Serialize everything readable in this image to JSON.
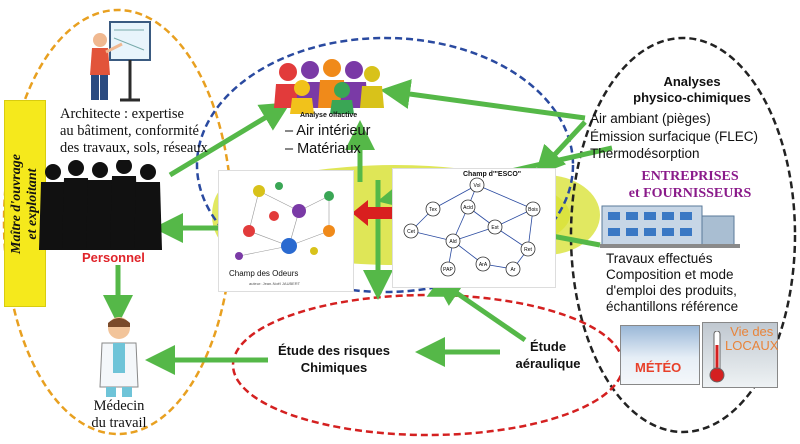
{
  "side_label": {
    "line1": "Maître d'ouvrage",
    "line2": "et exploitant"
  },
  "architect_text": [
    "Architecte : expertise",
    "au bâtiment, conformité",
    "des travaux, sols, réseaux"
  ],
  "personnel_label": "Personnel",
  "medecin_label": [
    "Médecin",
    "du travail"
  ],
  "analyse_olfactive_label": "Analyse olfactive",
  "olfactive_items": [
    "– Air intérieur",
    "– Matériaux"
  ],
  "champ_odeurs_label": "Champ des Odeurs",
  "champ_odeurs_credit": "auteur: Jean-Noël JAUBERT",
  "champ_esco_label": "Champ d'\"ESCO\"",
  "esco_nodes": [
    "Vol",
    "Bois",
    "Cet",
    "Ald",
    "Est",
    "Ret",
    "Acid",
    "Tex",
    "ArA",
    "Ar",
    "PAP"
  ],
  "analyses_title": [
    "Analyses",
    "physico-chimiques"
  ],
  "analyses_items": [
    "Air ambiant (pièges)",
    "Émission surfacique (FLEC)",
    "Thermodésorption"
  ],
  "entreprises_title": [
    "ENTREPRISES",
    "et FOURNISSEURS"
  ],
  "travaux_text": [
    "Travaux effectués",
    "Composition et mode",
    "d'emploi des produits,",
    "échantillons référence"
  ],
  "meteo_label": "MÉTÉO",
  "vie_locaux_label": [
    "Vie des",
    "LOCAUX"
  ],
  "etude_risques": [
    "Étude des risques",
    "Chimiques"
  ],
  "etude_aeraulique": [
    "Étude",
    "aéraulique"
  ],
  "colors": {
    "arrow": "#55b848",
    "orange_ellipse": "#e8a020",
    "blue_ellipse": "#2a4aa0",
    "black_ellipse": "#222",
    "red_ellipse": "#d42020",
    "yellow_side": "#f5e91c",
    "purple": "#8a1a8a",
    "red_arrow": "#d91f1f",
    "lime": "#d9e23a"
  }
}
